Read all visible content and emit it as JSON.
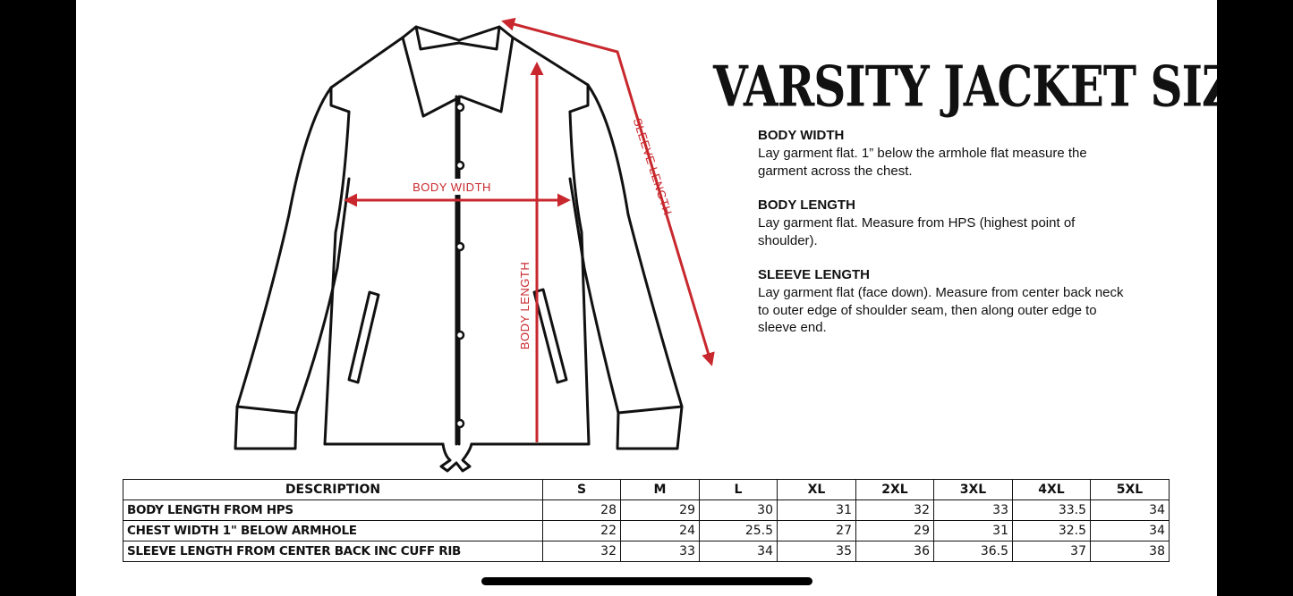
{
  "title": "VARSITY JACKET SIZE CHART",
  "diagram": {
    "body_width_label": "BODY WIDTH",
    "body_length_label": "BODY LENGTH",
    "sleeve_length_label": "SLEEVE LENGTH",
    "accent_color": "#c8282d"
  },
  "definitions": [
    {
      "heading": "BODY WIDTH",
      "text": "Lay garment flat. 1” below the armhole flat measure the garment across the chest."
    },
    {
      "heading": "BODY LENGTH",
      "text": "Lay garment flat. Measure from HPS (highest point of shoulder)."
    },
    {
      "heading": "SLEEVE LENGTH",
      "text": "Lay garment flat (face down). Measure from center back neck to outer edge of shoulder seam, then along outer edge to sleeve end."
    }
  ],
  "table": {
    "headers": [
      "DESCRIPTION",
      "S",
      "M",
      "L",
      "XL",
      "2XL",
      "3XL",
      "4XL",
      "5XL"
    ],
    "rows": [
      {
        "label": "BODY LENGTH FROM HPS",
        "values": [
          "28",
          "29",
          "30",
          "31",
          "32",
          "33",
          "33.5",
          "34"
        ]
      },
      {
        "label": "CHEST WIDTH 1\" BELOW ARMHOLE",
        "values": [
          "22",
          "24",
          "25.5",
          "27",
          "29",
          "31",
          "32.5",
          "34"
        ]
      },
      {
        "label": "SLEEVE LENGTH FROM CENTER BACK INC CUFF RIB",
        "values": [
          "32",
          "33",
          "34",
          "35",
          "36",
          "36.5",
          "37",
          "38"
        ]
      }
    ]
  }
}
